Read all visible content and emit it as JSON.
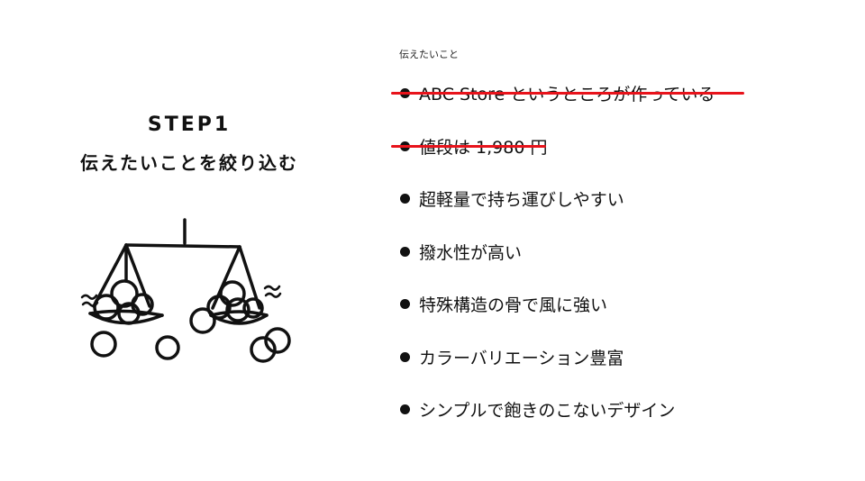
{
  "left": {
    "step_title": "STEP1",
    "step_subtitle": "伝えたいことを絞り込む",
    "illustration": "balance-scale-with-balls"
  },
  "list": {
    "label": "伝えたいこと",
    "items": [
      {
        "text": "ABC Store というところが作っている",
        "struck": true
      },
      {
        "text": "値段は 1,980 円",
        "struck": true
      },
      {
        "text": "超軽量で持ち運びしやすい",
        "struck": false
      },
      {
        "text": "撥水性が高い",
        "struck": false
      },
      {
        "text": "特殊構造の骨で風に強い",
        "struck": false
      },
      {
        "text": "カラーバリエーション豊富",
        "struck": false
      },
      {
        "text": "シンプルで飽きのこないデザイン",
        "struck": false
      }
    ],
    "strike_color": "#e8131b"
  }
}
